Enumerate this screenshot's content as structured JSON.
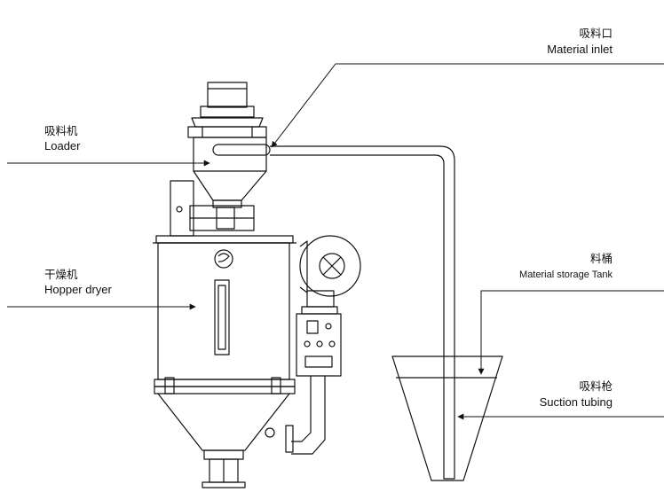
{
  "labels": {
    "material_inlet": {
      "zh": "吸料口",
      "en": "Material inlet"
    },
    "loader": {
      "zh": "吸料机",
      "en": "Loader"
    },
    "hopper_dryer": {
      "zh": "干燥机",
      "en": "Hopper dryer"
    },
    "storage_tank": {
      "zh": "料桶",
      "en": "Material storage Tank"
    },
    "suction_tubing": {
      "zh": "吸料枪",
      "en": "Suction tubing"
    }
  },
  "colors": {
    "line": "#111111",
    "background": "#ffffff"
  }
}
